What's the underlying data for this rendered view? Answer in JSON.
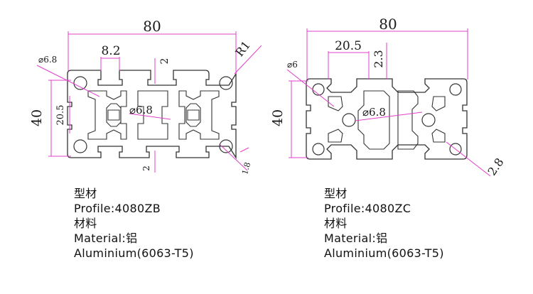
{
  "profiles": [
    {
      "id": "4080ZB",
      "dims": {
        "width": "80",
        "slot_width": "8.2",
        "height": "40",
        "inner_height": "20.5",
        "radius": "R1",
        "hole_dia": "⌀6.8",
        "center_hole": "⌀6.8",
        "wall_top": "2",
        "wall_bottom": "2",
        "lip": "1.8"
      },
      "spec": {
        "type_label": "型材",
        "profile": "Profile:4080ZB",
        "material_label": "材料",
        "material": "Material:铝",
        "alloy": "Aluminium(6063-T5)"
      }
    },
    {
      "id": "4080ZC",
      "dims": {
        "width": "80",
        "inner_width": "20.5",
        "height": "40",
        "small_hole": "⌀6",
        "wall": "2.3",
        "center_hole": "⌀6.8",
        "slot": "2.8"
      },
      "spec": {
        "type_label": "型材",
        "profile": "Profile:4080ZC",
        "material_label": "材料",
        "material": "Material:铝",
        "alloy": "Aluminium(6063-T5)"
      }
    }
  ],
  "colors": {
    "outline": "#333333",
    "dimension": "#e040c8",
    "text": "#111111"
  }
}
